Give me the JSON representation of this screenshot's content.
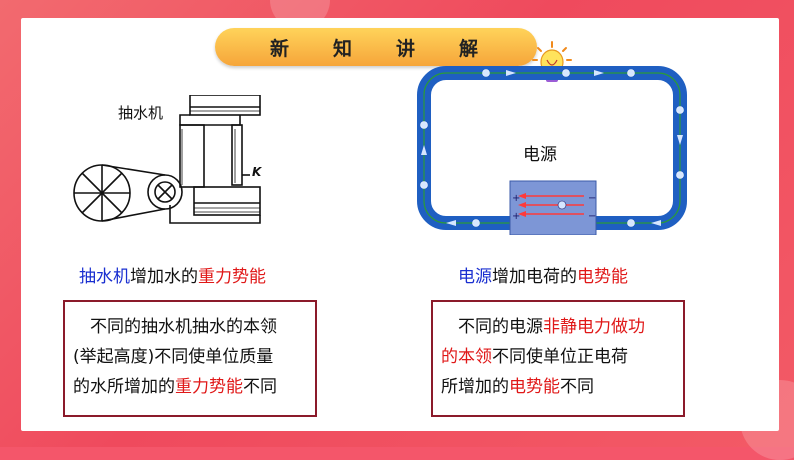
{
  "banner": {
    "title": "新知讲解"
  },
  "pump": {
    "label": "抽水机",
    "k": "K"
  },
  "circuit": {
    "label": "电源"
  },
  "left_caption": {
    "part1": "抽水机",
    "part2": "增加水的",
    "part3": "重力势能"
  },
  "right_caption": {
    "part1": "电源",
    "part2": "增加电荷的",
    "part3": "电势能"
  },
  "left_box": {
    "line1": "不同的抽水机抽水的本领",
    "line2": "(举起高度)不同使单位质量",
    "line3a": "的水所增加的",
    "line3b": "重力势能",
    "line3c": "不同"
  },
  "right_box": {
    "line1a": "不同的电源",
    "line1b": "非静电力做功",
    "line2a": "的本领",
    "line2b": "不同使单位正电荷",
    "line3a": "所增加的",
    "line3b": "电势能",
    "line3c": "不同"
  },
  "colors": {
    "highlight_blue": "#1a2fd0",
    "highlight_red": "#e01818",
    "box_border": "#8b1a2a",
    "banner": "#f6a53a"
  }
}
